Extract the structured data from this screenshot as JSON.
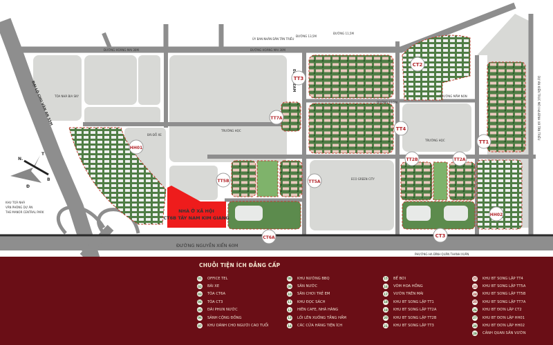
{
  "map": {
    "roads": {
      "top": "ĐƯỜNG HOÀNG MAI 30M",
      "top_right": "ĐƯỜNG HOÀNG MAI 30M",
      "left": "ĐẠI LỘ CHU VĂN AN 53M",
      "bottom": "ĐƯỜNG NGUYỄN XIỂN 60M",
      "inner_1": "ĐƯỜNG 13,5M",
      "inner_2": "ĐƯỜNG 11,5M",
      "inner_3": "ĐƯỜNG 13,5M"
    },
    "places": {
      "ubnd": "ỦY BAN NHÂN DÂN TÂN TRIỀU",
      "bia_sky": "TÒA NHÀ BIA SKY",
      "parking": "BÃI ĐỖ XE",
      "school_1": "TRƯỜNG HỌC",
      "school_2": "TRƯỜNG HỌC",
      "kindergarten": "TRƯỜNG MẦM NON",
      "eco_dream": "ECO DREAM",
      "eco_green": "ECO GREEN CITY",
      "ha_dinh": "PHƯỜNG HẠ ĐÌNH QUẬN THANH XUÂN",
      "right_project": "DỰ ÁN KIẾN TRÚC MỚI HẠ ĐÌNH XÃ TÂN TRIỀU",
      "manor_1": "KHU TOÀ NHÀ",
      "manor_2": "VĂN PHÒNG DỰ ÁN",
      "manor_3": "THE MANOR CENTRAL PARK"
    },
    "highlight": {
      "line1": "NHÀ Ở XÃ HỘI",
      "line2": "CT6B TÂY NAM KIM GIANG",
      "color": "#ee1c1c"
    },
    "compass": {
      "n": "N.",
      "t": "T",
      "b": "B",
      "d": "Đ"
    },
    "zones": {
      "tt3": "TT3",
      "tt7a": "TT7A",
      "tt4": "TT4",
      "ct2": "CT2",
      "tt1": "TT1",
      "tt2b": "TT2B",
      "tt2a": "TT2A",
      "tt5b": "TT5B",
      "tt5a": "TT5A",
      "hh01": "HH01",
      "hh02": "HH02",
      "ct6a": "CT6A",
      "ct3": "CT3"
    },
    "colors": {
      "road": "#8e8e8e",
      "block": "#d8d9d6",
      "green": "#4f7d45",
      "legend_bg": "#6a0e16",
      "zone_text": "#b3262b"
    }
  },
  "legend": {
    "title": "CHUỖI TIỆN ÍCH ĐẲNG CẤP",
    "columns": [
      [
        {
          "num": "01",
          "label": "OFFICE TEL"
        },
        {
          "num": "02",
          "label": "BÃI XE"
        },
        {
          "num": "03",
          "label": "TÒA CT6A"
        },
        {
          "num": "04",
          "label": "TÒA CT3"
        },
        {
          "num": "05",
          "label": "ĐÀI PHUN NƯỚC"
        },
        {
          "num": "06",
          "label": "SẢNH CỘNG ĐỒNG"
        },
        {
          "num": "07",
          "label": "KHU DÀNH CHO NGƯỜI CAO TUỔI"
        }
      ],
      [
        {
          "num": "08",
          "label": "KHU NƯỚNG BBQ"
        },
        {
          "num": "09",
          "label": "SÂN NƯỚC"
        },
        {
          "num": "10",
          "label": "SÂN CHƠI TRẺ EM"
        },
        {
          "num": "11",
          "label": "KHU ĐỌC SÁCH"
        },
        {
          "num": "12",
          "label": "HIÊN CAFE, NHÀ HÀNG"
        },
        {
          "num": "13",
          "label": "LỐI LÊN XUỐNG TẦNG HẦM"
        },
        {
          "num": "14",
          "label": "CÁC CỬA HÀNG TIỆN ÍCH"
        }
      ],
      [
        {
          "num": "15",
          "label": "BỂ BƠI"
        },
        {
          "num": "16",
          "label": "VÒM HOA HỒNG"
        },
        {
          "num": "17",
          "label": "VƯỜN TRÊN MÁI"
        },
        {
          "num": "18",
          "label": "KHU BT SONG LẬP TT1"
        },
        {
          "num": "19",
          "label": "KHU BT SONG LẬP TT2A"
        },
        {
          "num": "20",
          "label": "KHU BT SONG LẬP TT2B"
        },
        {
          "num": "21",
          "label": "KHU BT SONG LẬP TT3"
        }
      ],
      [
        {
          "num": "22",
          "label": "KHU BT SONG LẬP TT4"
        },
        {
          "num": "23",
          "label": "KHU BT SONG LẬP TT5A"
        },
        {
          "num": "24",
          "label": "KHU BT SONG LẬP TT5B"
        },
        {
          "num": "25",
          "label": "KHU BT SONG LẬP TT7A"
        },
        {
          "num": "26",
          "label": "KHU BT ĐƠN LẬP CT2"
        },
        {
          "num": "27",
          "label": "KHU BT ĐƠN LẬP HH01"
        },
        {
          "num": "28",
          "label": "KHU BT ĐƠN LẬP HH02"
        },
        {
          "num": "29",
          "label": "CẢNH QUAN SÂN VƯỜN"
        }
      ]
    ]
  }
}
